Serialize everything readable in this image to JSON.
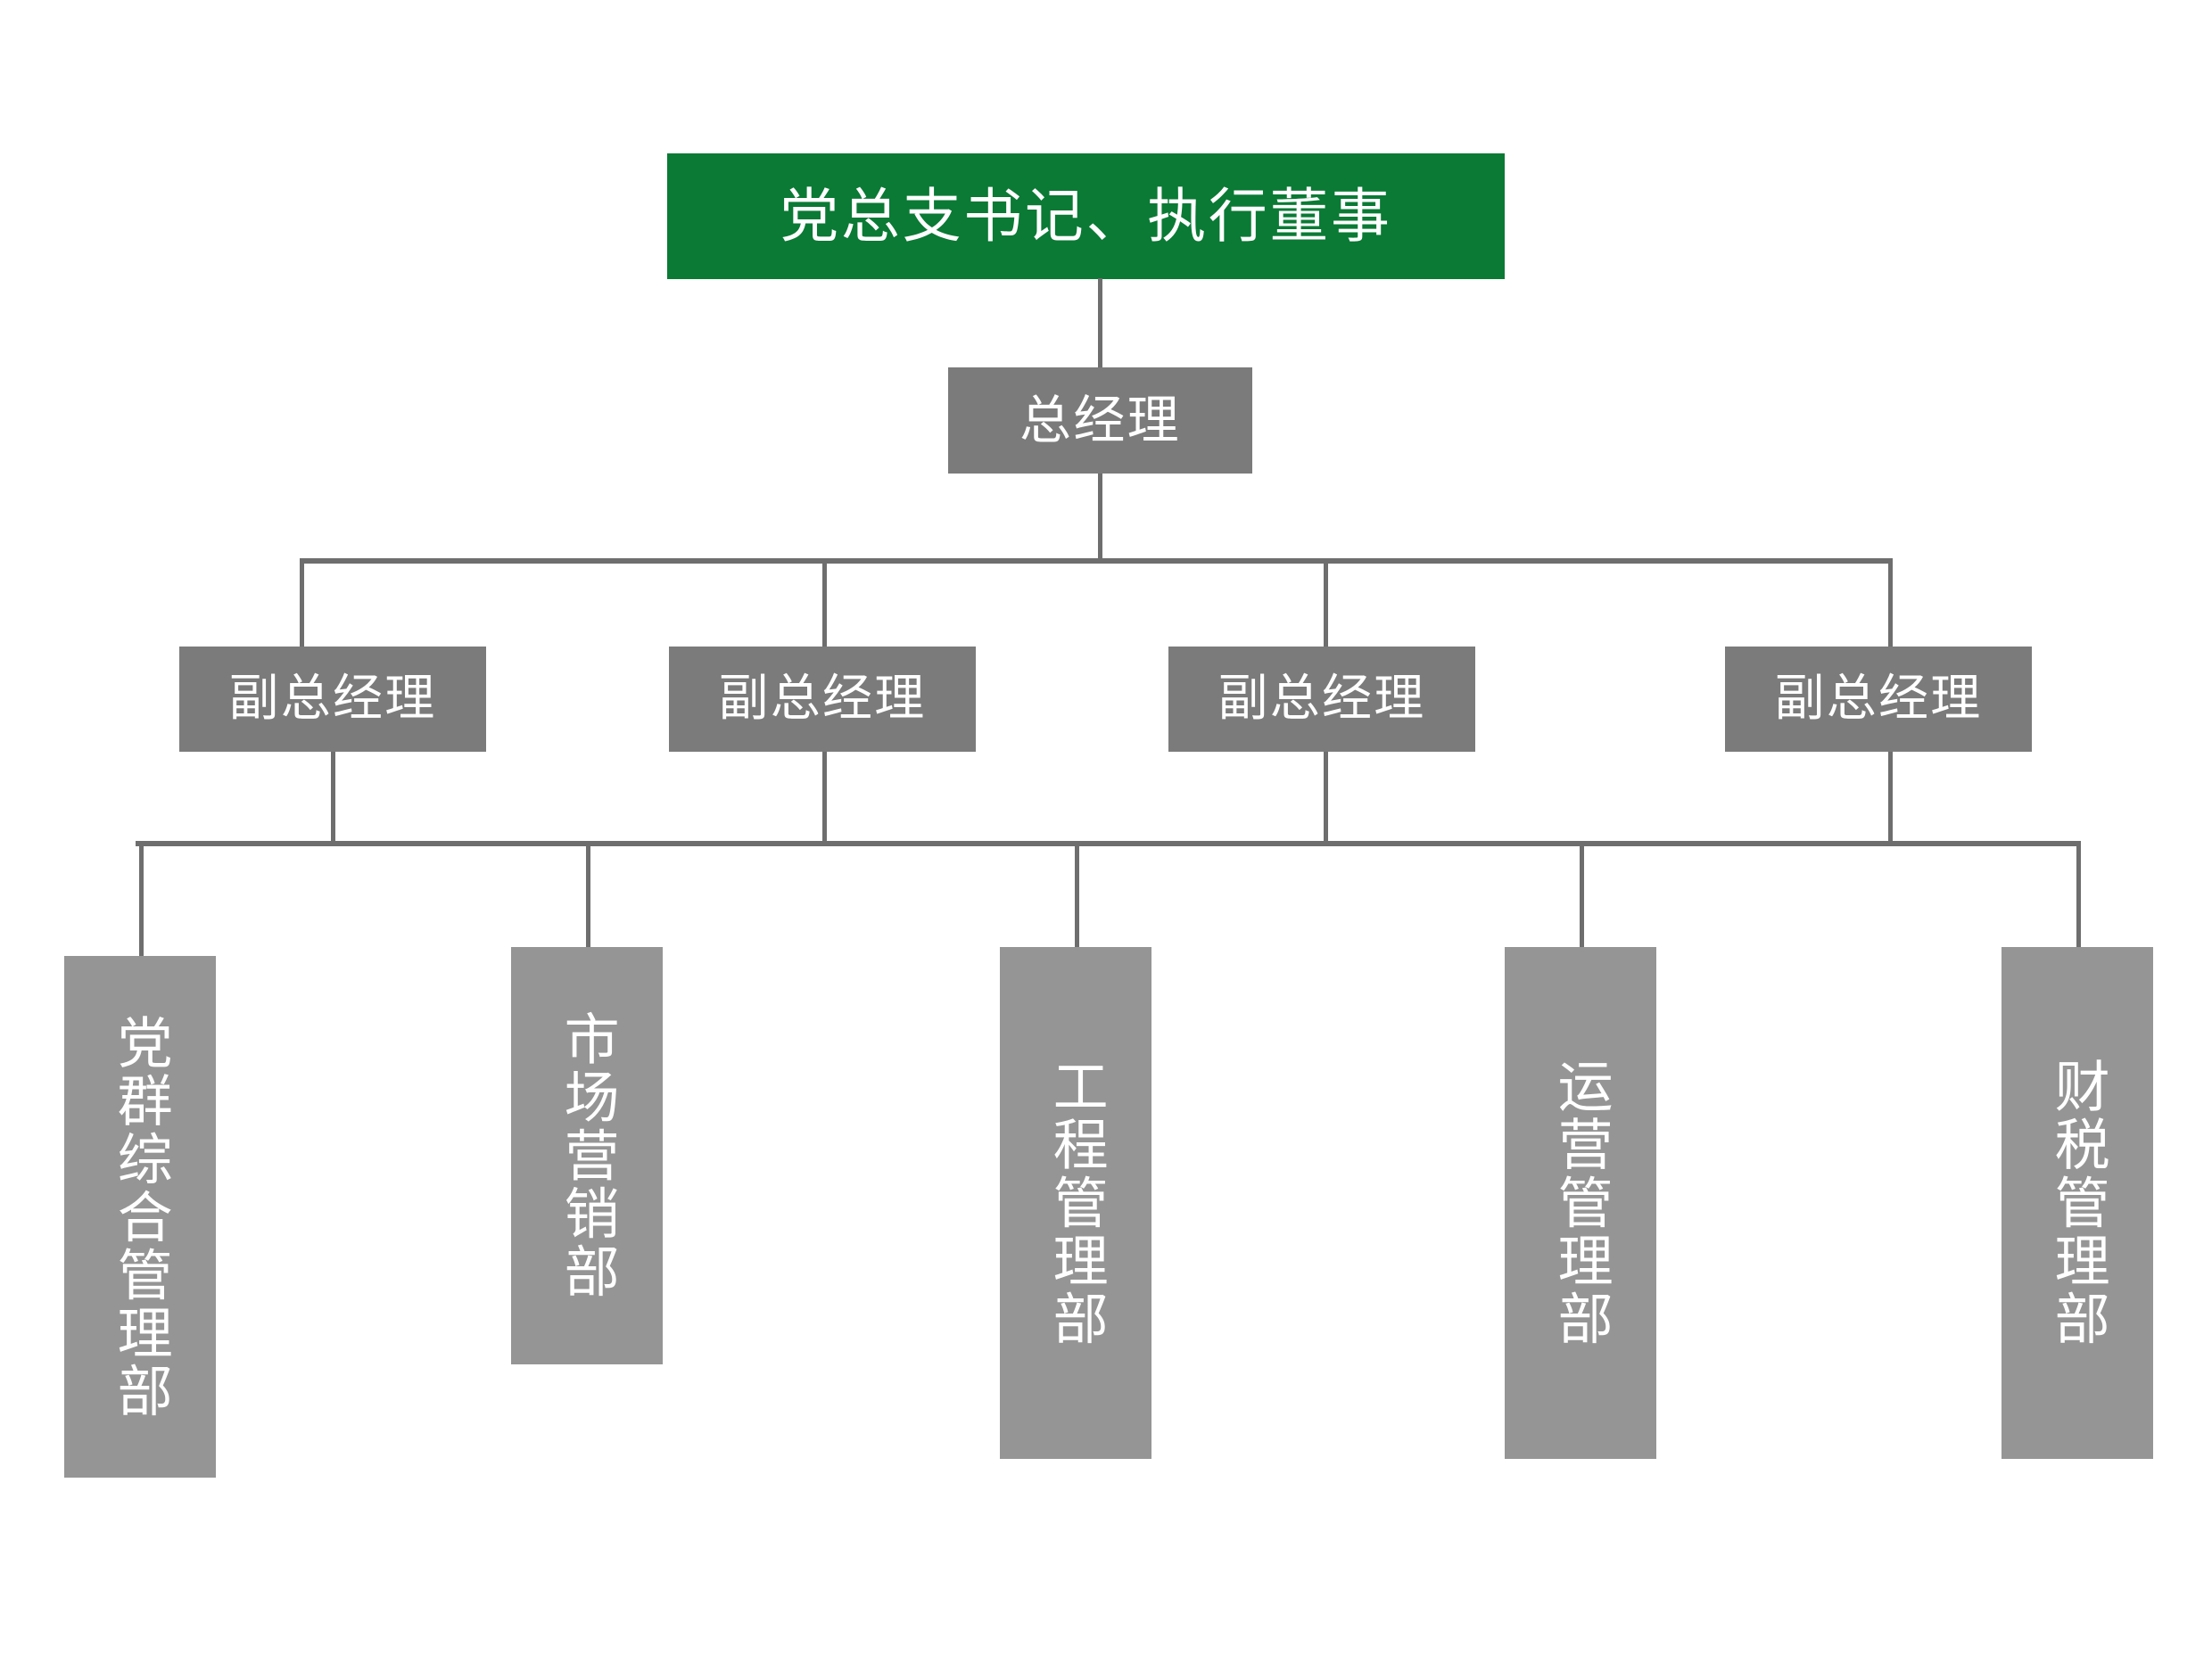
{
  "chart_data": {
    "type": "diagram",
    "diagram_kind": "organization-chart",
    "title": "",
    "orientation": "top-down",
    "levels": 4,
    "colors": {
      "root_box": "#0a7a35",
      "manager_box": "#7b7b7b",
      "department_box": "#959595",
      "connector": "#6e6e6e",
      "text": "#ffffff",
      "background": "#ffffff"
    },
    "nodes": [
      {
        "id": "n0",
        "label": "党总支书记、执行董事",
        "level": 1,
        "parent": null,
        "text_orientation": "horizontal"
      },
      {
        "id": "n1",
        "label": "总经理",
        "level": 2,
        "parent": "n0",
        "text_orientation": "horizontal"
      },
      {
        "id": "n2",
        "label": "副总经理",
        "level": 3,
        "parent": "n1",
        "text_orientation": "horizontal"
      },
      {
        "id": "n3",
        "label": "副总经理",
        "level": 3,
        "parent": "n1",
        "text_orientation": "horizontal"
      },
      {
        "id": "n4",
        "label": "副总经理",
        "level": 3,
        "parent": "n1",
        "text_orientation": "horizontal"
      },
      {
        "id": "n5",
        "label": "副总经理",
        "level": 3,
        "parent": "n1",
        "text_orientation": "horizontal"
      },
      {
        "id": "n6",
        "label": "党群综合管理部",
        "level": 4,
        "parent": "level3-bus",
        "text_orientation": "vertical"
      },
      {
        "id": "n7",
        "label": "市场营销部",
        "level": 4,
        "parent": "level3-bus",
        "text_orientation": "vertical"
      },
      {
        "id": "n8",
        "label": "工程管理部",
        "level": 4,
        "parent": "level3-bus",
        "text_orientation": "vertical"
      },
      {
        "id": "n9",
        "label": "运营管理部",
        "level": 4,
        "parent": "level3-bus",
        "text_orientation": "vertical"
      },
      {
        "id": "n10",
        "label": "财税管理部",
        "level": 4,
        "parent": "level3-bus",
        "text_orientation": "vertical"
      }
    ]
  },
  "org": {
    "root": {
      "label": "党总支书记、执行董事"
    },
    "general_manager": {
      "label": "总经理"
    },
    "deputies": [
      {
        "label": "副总经理"
      },
      {
        "label": "副总经理"
      },
      {
        "label": "副总经理"
      },
      {
        "label": "副总经理"
      }
    ],
    "departments": [
      {
        "label": "党群综合管理部"
      },
      {
        "label": "市场营销部"
      },
      {
        "label": "工程管理部"
      },
      {
        "label": "运营管理部"
      },
      {
        "label": "财税管理部"
      }
    ]
  }
}
